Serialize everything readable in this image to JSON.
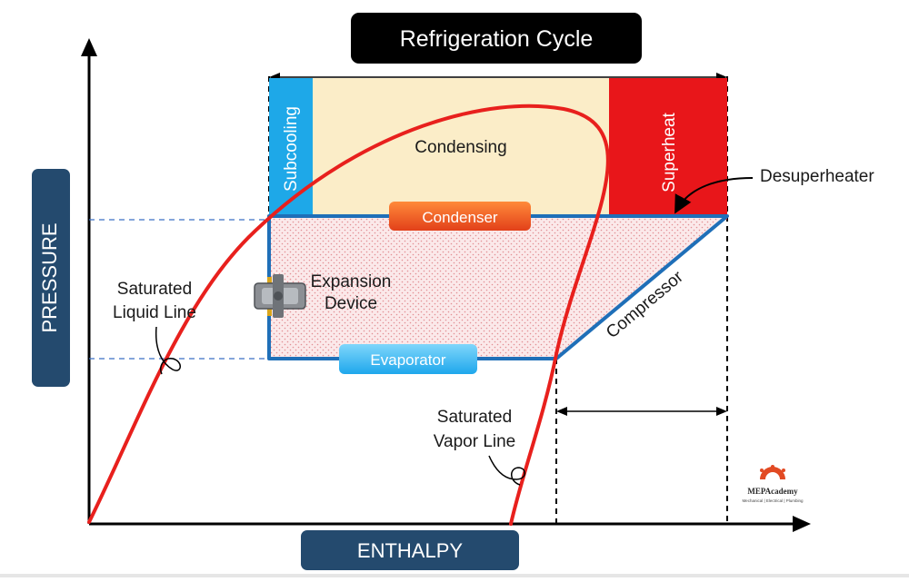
{
  "title": "Refrigeration Cycle",
  "axes": {
    "y_label": "PRESSURE",
    "x_label": "ENTHALPY"
  },
  "regions": {
    "subcooling": "Subcooling",
    "condensing": "Condensing",
    "superheat": "Superheat"
  },
  "components": {
    "condenser": "Condenser",
    "evaporator": "Evaporator",
    "compressor": "Compressor",
    "expansion_line1": "Expansion",
    "expansion_line2": "Device",
    "desuperheater": "Desuperheater"
  },
  "curves": {
    "liquid_line1": "Saturated",
    "liquid_line2": "Liquid Line",
    "vapor_line1": "Saturated",
    "vapor_line2": "Vapor Line"
  },
  "logo": {
    "name": "MEPAcademy",
    "tagline": "Mechanical | Electrical | Plumbing"
  },
  "colors": {
    "navy": "#244a6e",
    "curve_red": "#e8201d",
    "cycle_blue": "#1f6fb8",
    "subcooling": "#1ea8e8",
    "condensing": "#fbedc8",
    "superheat": "#e8161a",
    "condenser_pill": "#ea5a1e",
    "evaporator_pill": "#38b6f0"
  }
}
